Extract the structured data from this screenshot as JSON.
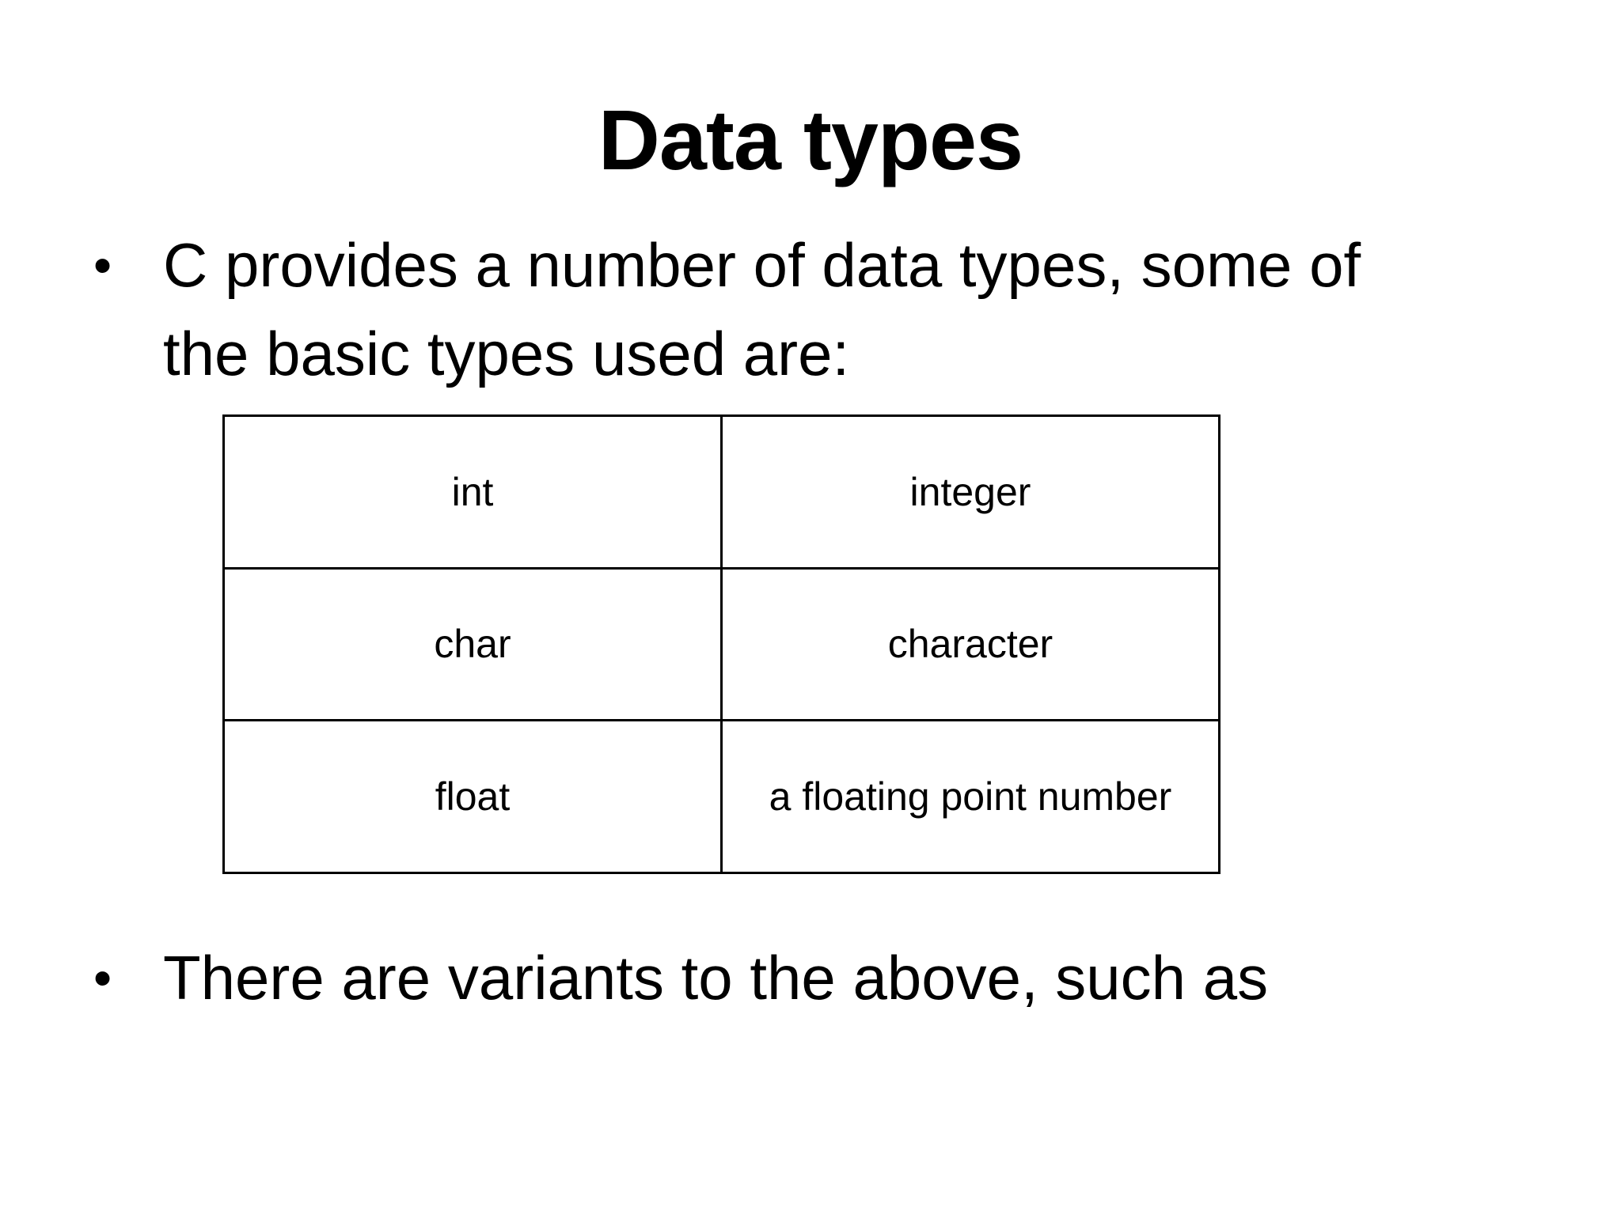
{
  "slide": {
    "title": "Data types",
    "bullet_char": "•",
    "bullets": [
      "C provides a number of data types, some of the basic types used are:",
      "There are variants to the above, such as"
    ],
    "table": {
      "rows": [
        {
          "type": "int",
          "description": "integer"
        },
        {
          "type": "char",
          "description": "character"
        },
        {
          "type": "float",
          "description": "a floating point number"
        }
      ]
    },
    "colors": {
      "background": "#ffffff",
      "text": "#000000",
      "table_border": "#000000"
    }
  }
}
